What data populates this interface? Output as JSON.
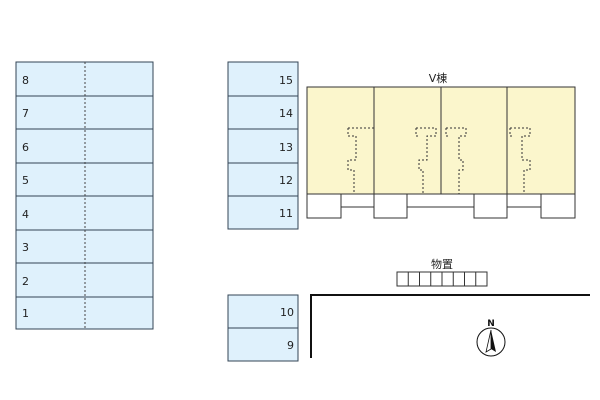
{
  "colors": {
    "parking_fill": "#dff1fc",
    "parking_stroke": "#334455",
    "building_fill": "#fbf6cc",
    "building_stroke": "#333333",
    "line": "#111111"
  },
  "parking": {
    "left_column": [
      "8",
      "7",
      "6",
      "5",
      "4",
      "3",
      "2",
      "1"
    ],
    "middle_upper": [
      "15",
      "14",
      "13",
      "12",
      "11"
    ],
    "middle_lower": [
      "10",
      "9"
    ]
  },
  "building": {
    "label": "V棟",
    "units": 4
  },
  "storage": {
    "label": "物置",
    "cells": 8
  },
  "compass": {
    "label": "N"
  }
}
